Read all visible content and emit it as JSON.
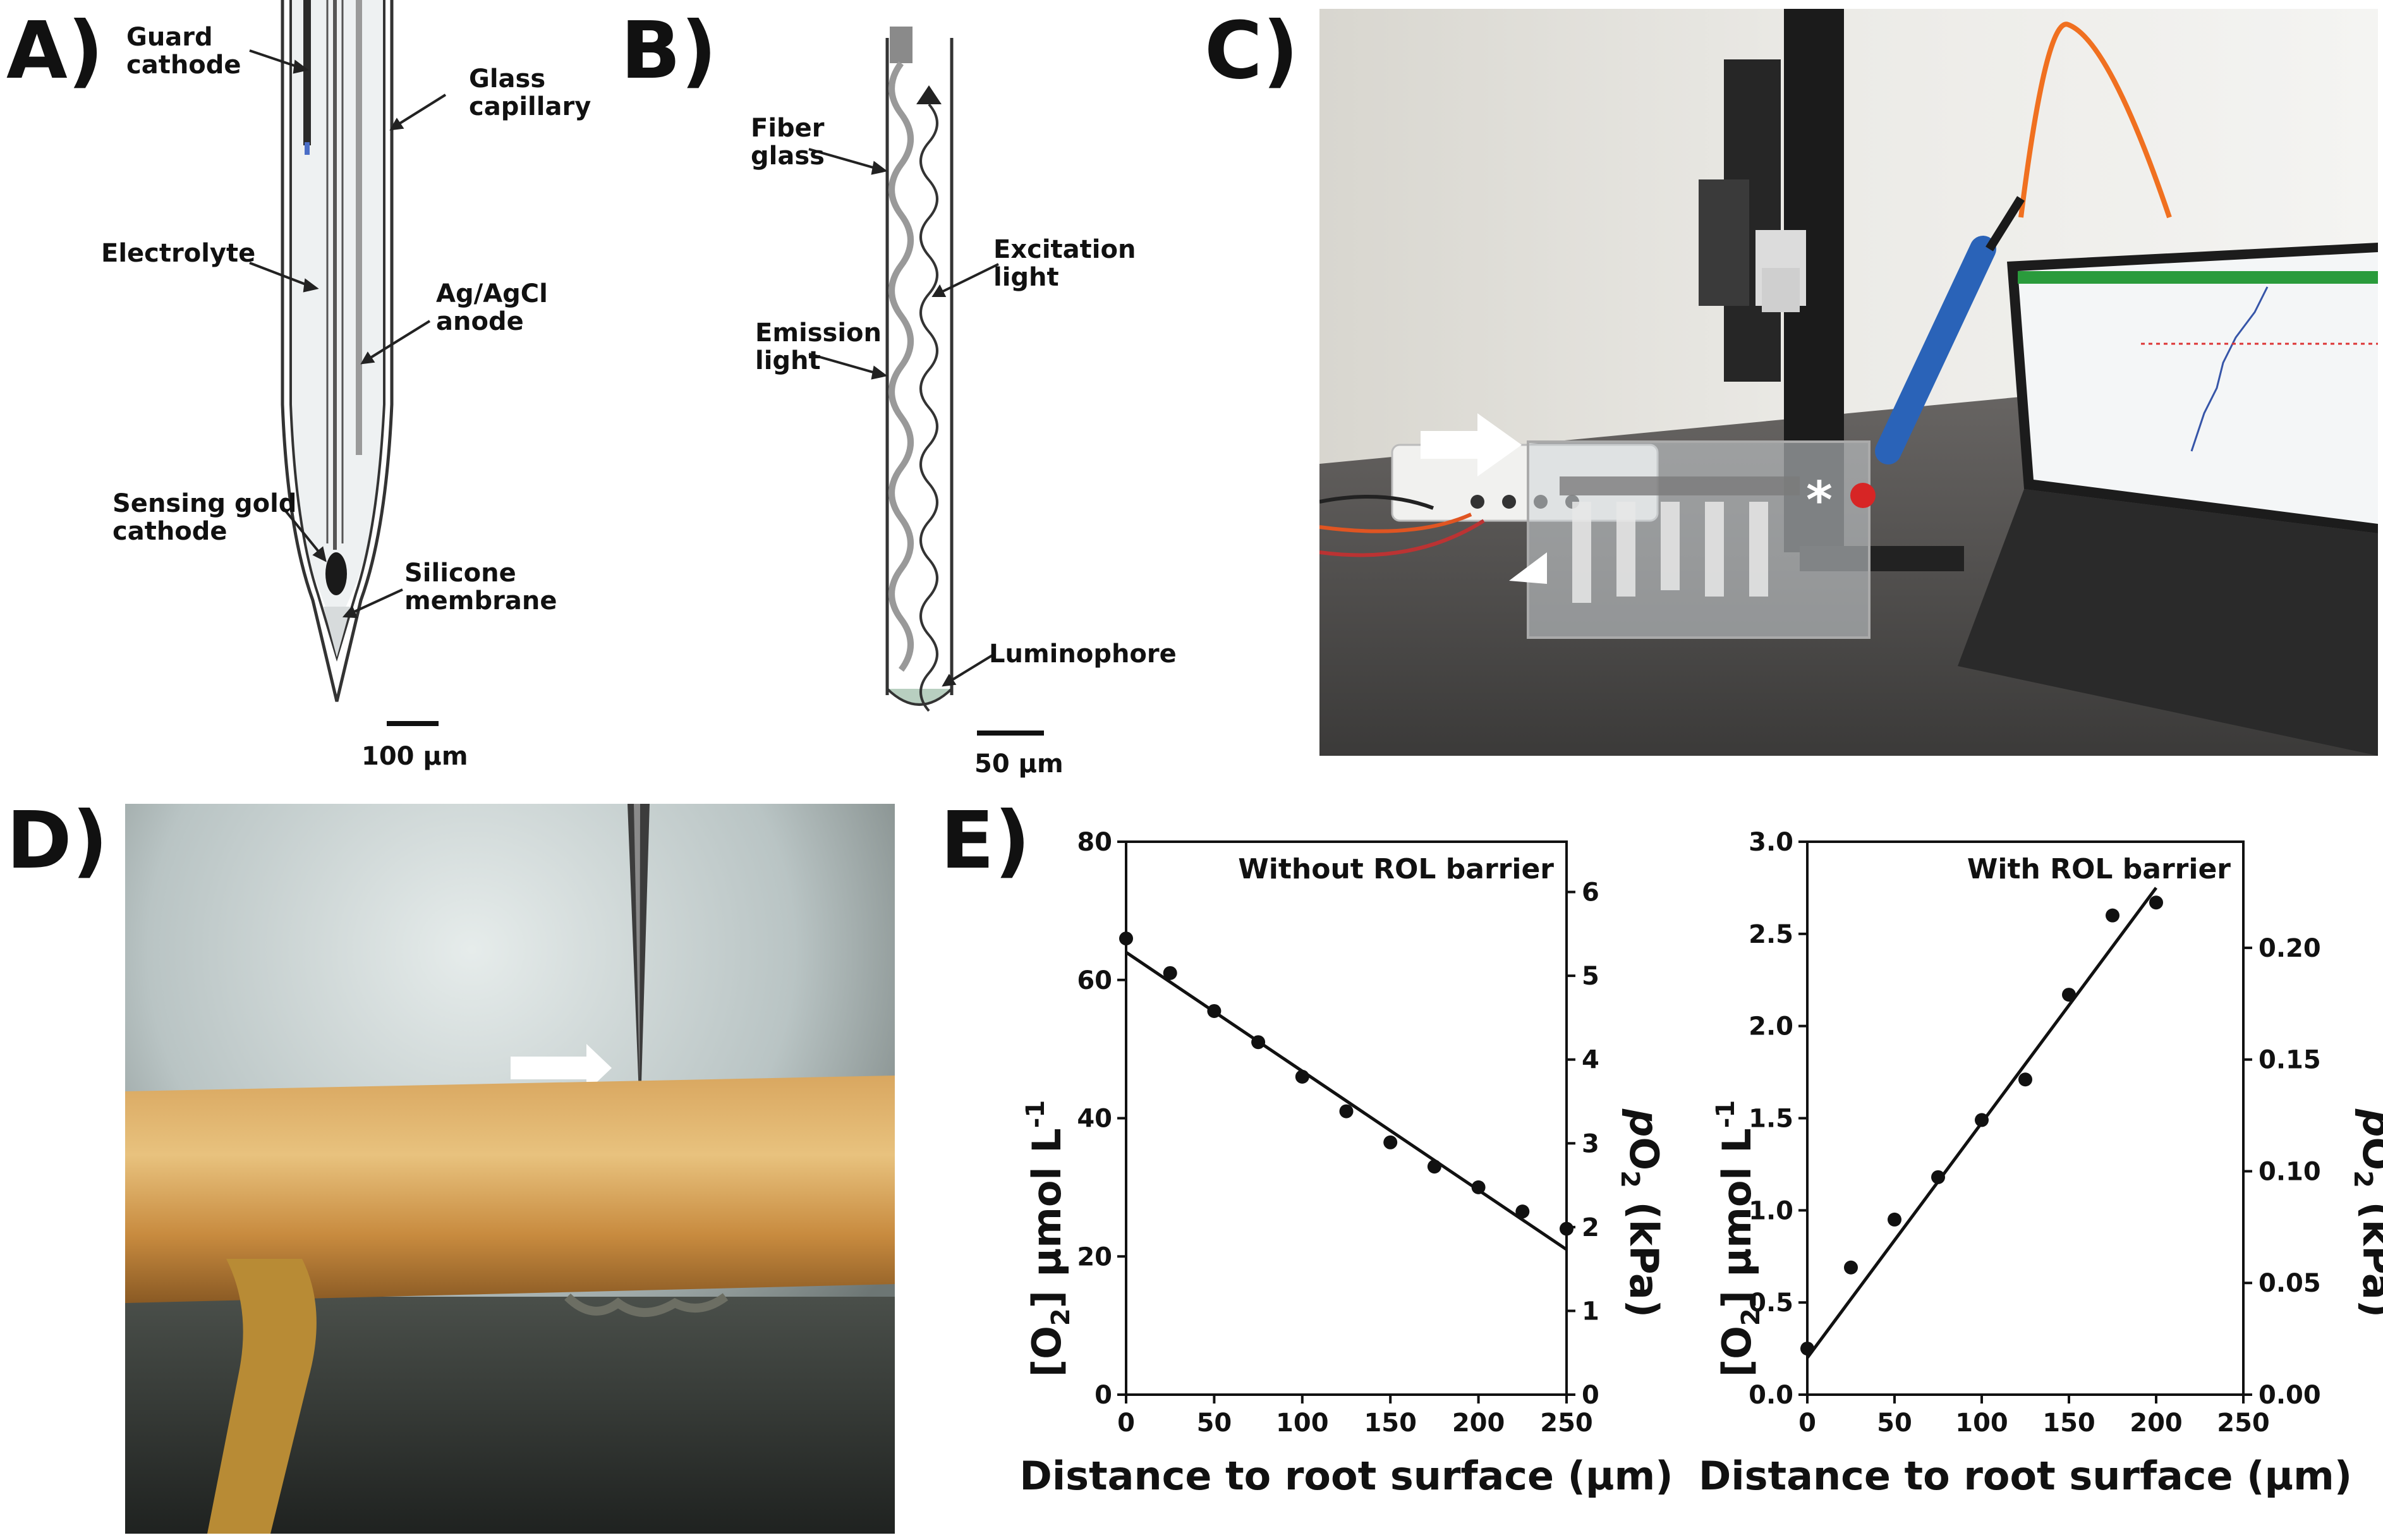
{
  "panels": {
    "a": {
      "letter": "A)",
      "labels": {
        "guard_cathode": [
          "Guard",
          "cathode"
        ],
        "glass_capillary": [
          "Glass",
          "capillary"
        ],
        "electrolyte": "Electrolyte",
        "anode": [
          "Ag/AgCl",
          "anode"
        ],
        "sensing_cathode": [
          "Sensing gold",
          "cathode"
        ],
        "membrane": [
          "Silicone",
          "membrane"
        ]
      },
      "scale": "100 µm"
    },
    "b": {
      "letter": "B)",
      "labels": {
        "fiber_glass": [
          "Fiber",
          "glass"
        ],
        "excitation": [
          "Excitation",
          "light"
        ],
        "emission": [
          "Emission",
          "light"
        ],
        "luminophore": "Luminophore"
      },
      "scale": "50 µm"
    },
    "c": {
      "letter": "C)",
      "asterisk": "*"
    },
    "d": {
      "letter": "D)"
    },
    "e": {
      "letter": "E)"
    }
  },
  "chart_data": [
    {
      "type": "scatter",
      "title": "Without ROL barrier",
      "xlabel": "Distance to root surface (µm)",
      "ylabel": "[O2] µmol L-1",
      "y2label": "pO2 (kPa)",
      "xlim": [
        0,
        250
      ],
      "ylim": [
        0,
        80
      ],
      "y2lim": [
        0,
        6.6
      ],
      "xticks": [
        "0",
        "50",
        "100",
        "150",
        "200",
        "250"
      ],
      "yticks": [
        "0",
        "20",
        "40",
        "60",
        "80"
      ],
      "y2ticks": [
        "0",
        "1",
        "2",
        "3",
        "4",
        "5",
        "6"
      ],
      "x": [
        0,
        25,
        50,
        75,
        100,
        125,
        150,
        175,
        200,
        225,
        250
      ],
      "y": [
        66,
        61,
        55.5,
        51,
        46,
        41,
        36.5,
        33,
        30,
        26.5,
        24
      ],
      "fit_line": {
        "x": [
          0,
          250
        ],
        "y": [
          64,
          21
        ]
      }
    },
    {
      "type": "scatter",
      "title": "With ROL barrier",
      "xlabel": "Distance to root surface (µm)",
      "ylabel": "[O2] µmol L-1",
      "y2label": "pO2 (kPa)",
      "xlim": [
        0,
        250
      ],
      "ylim": [
        0,
        3.0
      ],
      "y2lim": [
        0,
        0.2475
      ],
      "xticks": [
        "0",
        "50",
        "100",
        "150",
        "200",
        "250"
      ],
      "yticks": [
        "0.0",
        "0.5",
        "1.0",
        "1.5",
        "2.0",
        "2.5",
        "3.0"
      ],
      "y2ticks": [
        "0.00",
        "0.05",
        "0.10",
        "0.15",
        "0.20"
      ],
      "x": [
        0,
        25,
        50,
        75,
        100,
        125,
        150,
        175,
        200
      ],
      "y": [
        0.25,
        0.69,
        0.95,
        1.18,
        1.49,
        1.71,
        2.17,
        2.6,
        2.67
      ],
      "fit_line": {
        "x": [
          0,
          200
        ],
        "y": [
          0.2,
          2.75
        ]
      }
    }
  ]
}
